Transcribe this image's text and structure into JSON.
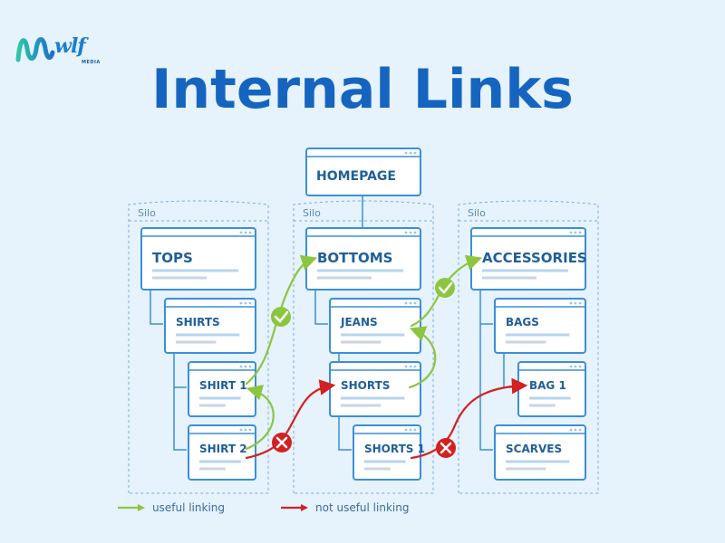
{
  "logo": {
    "text": "wlf",
    "sub": "MEDIA"
  },
  "title": "Internal Links",
  "homepage": "HOMEPAGE",
  "silo_label": "Silo",
  "columns": [
    {
      "top": "TOPS",
      "sub": "SHIRTS",
      "items": [
        "SHIRT 1",
        "SHIRT 2"
      ]
    },
    {
      "top": "BOTTOMS",
      "sub": "JEANS",
      "items": [
        "SHORTS",
        "SHORTS 1"
      ]
    },
    {
      "top": "ACCESSORIES",
      "sub": "BAGS",
      "items": [
        "BAG 1",
        "SCARVES"
      ]
    }
  ],
  "legend": {
    "useful": "useful linking",
    "not_useful": "not useful linking"
  },
  "colors": {
    "useful": "#8cc63f",
    "not_useful": "#d42020",
    "card_border": "#3a8fd8",
    "title": "#1565c0"
  }
}
